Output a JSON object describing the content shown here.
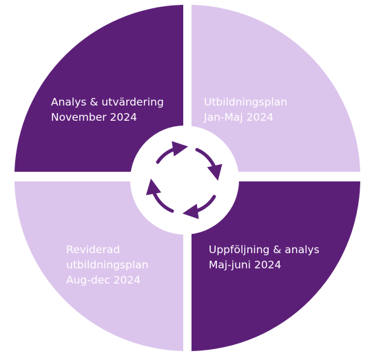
{
  "colors": {
    "dark_purple": "#5c1f78",
    "light_lavender": "#dcc5ec",
    "background": "#ffffff",
    "text_on_dark": "#ffffff",
    "text_on_light": "#ffffff"
  },
  "diagram": {
    "quadrants": [
      {
        "position": "top-left",
        "color": "dark_purple",
        "line1": "Analys & utvärdering",
        "line2": "November 2024"
      },
      {
        "position": "top-right",
        "color": "light_lavender",
        "line1": "Utbildningsplan",
        "line2": "Jan-Maj 2024"
      },
      {
        "position": "bottom-right",
        "color": "dark_purple",
        "line1": "Uppföljning & analys",
        "line2": "Maj-juni 2024"
      },
      {
        "position": "bottom-left",
        "color": "light_lavender",
        "line1": "Reviderad",
        "line2": "utbildningsplan",
        "line3": "Aug-dec 2024"
      }
    ],
    "center_icon": "circular-arrows-cycle-icon"
  }
}
